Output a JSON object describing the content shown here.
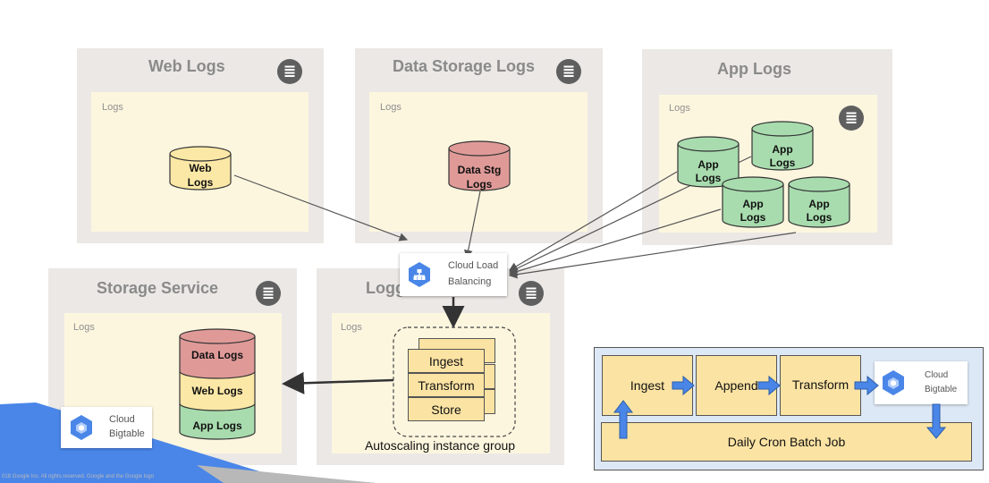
{
  "panels": {
    "web": {
      "title": "Web Logs",
      "inner_label": "Logs",
      "db_label": [
        "Web",
        "Logs"
      ]
    },
    "datastg": {
      "title": "Data Storage Logs",
      "inner_label": "Logs",
      "db_label": [
        "Data Stg",
        "Logs"
      ]
    },
    "app": {
      "title": "App Logs",
      "inner_label": "Logs",
      "db_label": [
        "App",
        "Logs"
      ]
    },
    "storage": {
      "title": "Storage Service",
      "inner_label": "Logs",
      "stack": [
        "Data Logs",
        "Web Logs",
        "App Logs"
      ]
    },
    "logp": {
      "title": "Logg",
      "inner_label": "Logs"
    }
  },
  "load_balancer": {
    "line1": "Cloud Load",
    "line2": "Balancing"
  },
  "instance_group": {
    "items": [
      "Ingest",
      "Transform",
      "Store"
    ],
    "caption": "Autoscaling instance group"
  },
  "bigtable": {
    "line1": "Cloud",
    "line2": "Bigtable"
  },
  "batch": {
    "ingest": "Ingest",
    "append": "Append",
    "transform": "Transform",
    "cron": "Daily Cron Batch Job"
  },
  "footer": "018 Google Inc. All rights reserved. Google and the Google logo",
  "colors": {
    "panel": "#ebe8e5",
    "inner": "#fdf6df",
    "yellow_db": "#fce8a6",
    "red_db": "#df9a98",
    "green_db": "#a8dcae",
    "accent_blue": "#4a86e8",
    "batch_bg": "#dde8f6"
  }
}
